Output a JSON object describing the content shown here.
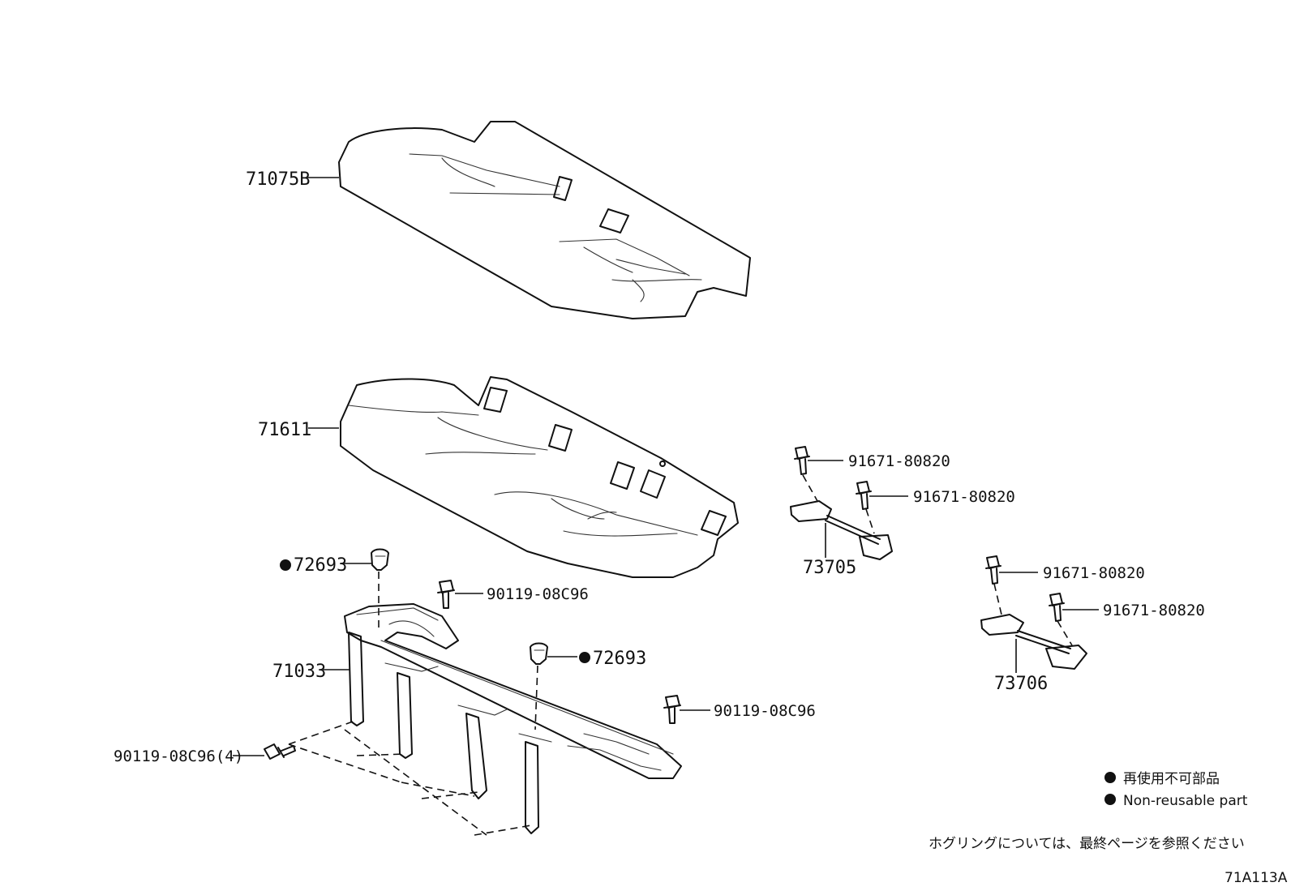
{
  "parts": {
    "seat_back_pad": "71075B",
    "seat_cushion_pad": "71611",
    "seat_frame": "71033",
    "clip_a": "72693",
    "clip_b": "72693",
    "bolt_upper": "90119-08C96",
    "bolt_right": "90119-08C96",
    "bolt_left_qty": "90119-08C96(4)",
    "bracket_left": "73705",
    "bracket_right": "73706",
    "bolt_l1": "91671-80820",
    "bolt_l2": "91671-80820",
    "bolt_r1": "91671-80820",
    "bolt_r2": "91671-80820"
  },
  "legend": {
    "jp": "再使用不可部品",
    "en": "Non-reusable part"
  },
  "footnote": "ホグリングについては、最終ページを参照ください",
  "figure_code": "71A113A"
}
